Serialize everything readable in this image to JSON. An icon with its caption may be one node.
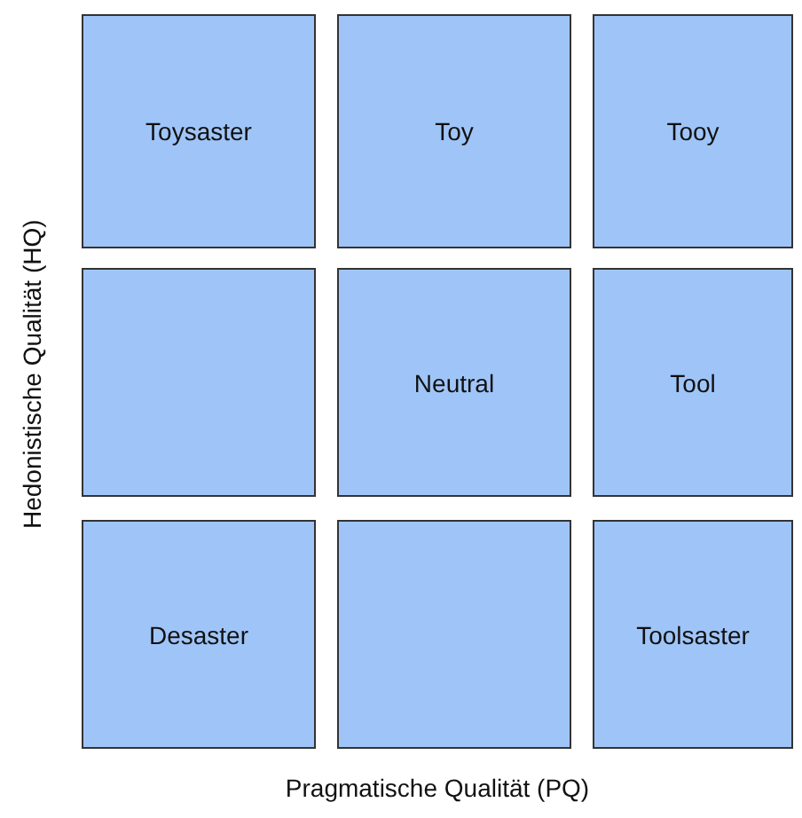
{
  "diagram": {
    "nodes": [
      {
        "text": [
          "Toysaster"
        ]
      },
      {
        "text": [
          "Toy"
        ]
      },
      {
        "text": [
          "Tooy"
        ]
      },
      {
        "text": [],
        "shape": "box"
      },
      {
        "text": [
          "Neutral"
        ]
      },
      {
        "text": [
          "Tool"
        ]
      },
      {
        "text": [
          "Desaster"
        ]
      },
      {
        "text": [],
        "shape": "box"
      },
      {
        "text": [
          "Toolsaster"
        ]
      }
    ],
    "labels": [
      "Hedonistische Qualität (HQ)",
      "Pragmatische Qualität (PQ)"
    ]
  }
}
